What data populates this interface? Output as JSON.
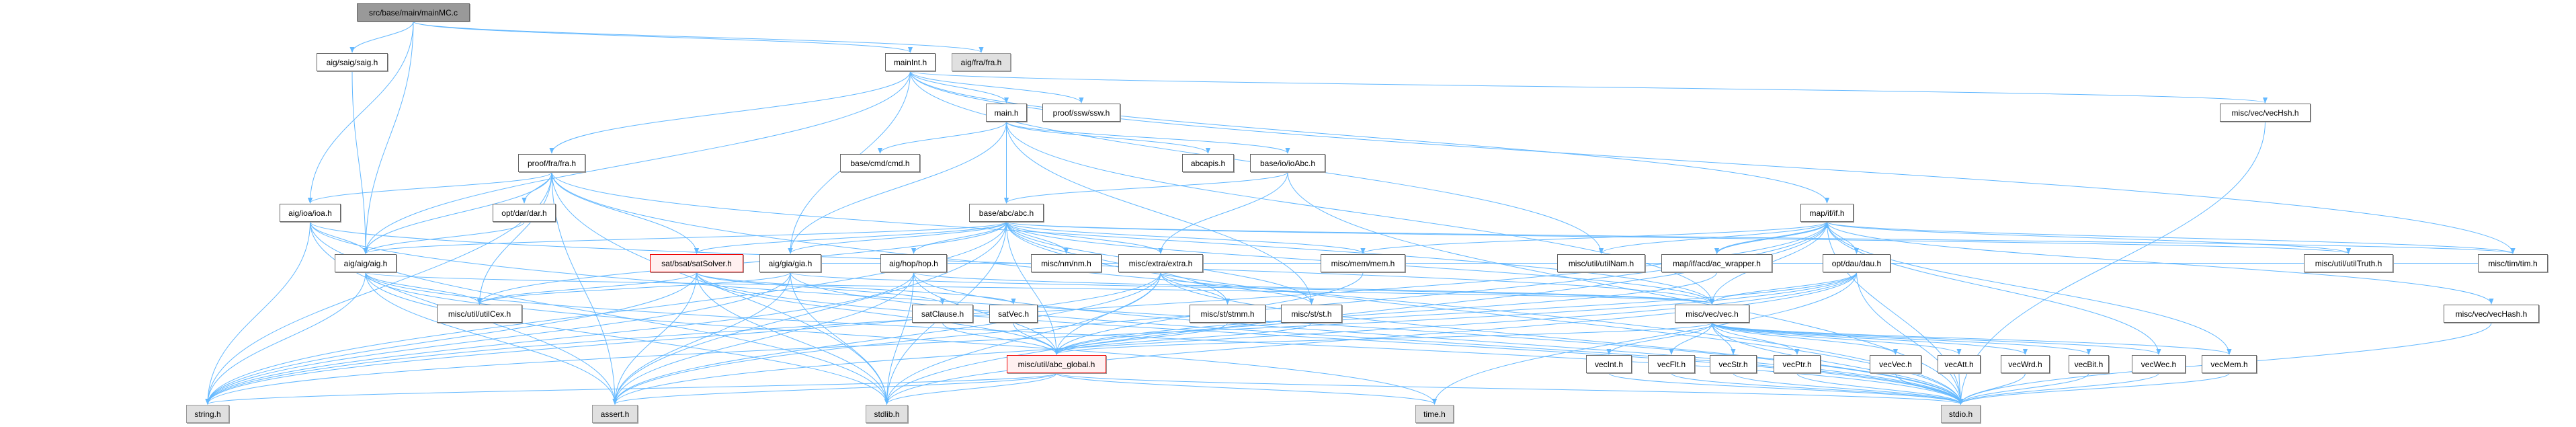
{
  "colors": {
    "edge": "#63b8ff",
    "root_fill": "#999999",
    "system_fill": "#e0e0e0",
    "truncated_border": "#ee0000"
  },
  "nodes": {
    "mainMC": "src/base/main/mainMC.c",
    "saig": "aig/saig/saig.h",
    "mainInt": "mainInt.h",
    "aigfra": "aig/fra/fra.h",
    "main": "main.h",
    "ssw": "proof/ssw/ssw.h",
    "vecHsh": "misc/vec/vecHsh.h",
    "fra": "proof/fra/fra.h",
    "cmd": "base/cmd/cmd.h",
    "abcapis": "abcapis.h",
    "ioAbc": "base/io/ioAbc.h",
    "ioa": "aig/ioa/ioa.h",
    "dar": "opt/dar/dar.h",
    "abc": "base/abc/abc.h",
    "if": "map/if/if.h",
    "aig": "aig/aig/aig.h",
    "satSolver": "sat/bsat/satSolver.h",
    "gia": "aig/gia/gia.h",
    "hop": "aig/hop/hop.h",
    "nm": "misc/nm/nm.h",
    "extra": "misc/extra/extra.h",
    "mem": "misc/mem/mem.h",
    "utilNam": "misc/util/utilNam.h",
    "acw": "map/if/acd/ac_wrapper.h",
    "dau": "opt/dau/dau.h",
    "utilTruth": "misc/util/utilTruth.h",
    "tim": "misc/tim/tim.h",
    "utilCex": "misc/util/utilCex.h",
    "satClause": "satClause.h",
    "satVec": "satVec.h",
    "stmm": "misc/st/stmm.h",
    "st": "misc/st/st.h",
    "vec": "misc/vec/vec.h",
    "vecHash": "misc/vec/vecHash.h",
    "abcglobal": "misc/util/abc_global.h",
    "vecInt": "vecInt.h",
    "vecFlt": "vecFlt.h",
    "vecStr": "vecStr.h",
    "vecPtr": "vecPtr.h",
    "vecVec": "vecVec.h",
    "vecAtt": "vecAtt.h",
    "vecWrd": "vecWrd.h",
    "vecBit": "vecBit.h",
    "vecWec": "vecWec.h",
    "vecMem": "vecMem.h",
    "string": "string.h",
    "assert": "assert.h",
    "stdlib": "stdlib.h",
    "time": "time.h",
    "stdio": "stdio.h"
  },
  "edges": [
    [
      "mainMC",
      "saig"
    ],
    [
      "mainMC",
      "ioa"
    ],
    [
      "mainMC",
      "aig"
    ],
    [
      "mainMC",
      "mainInt"
    ],
    [
      "mainMC",
      "aigfra"
    ],
    [
      "saig",
      "aig"
    ],
    [
      "mainInt",
      "main"
    ],
    [
      "mainInt",
      "ssw"
    ],
    [
      "mainInt",
      "fra"
    ],
    [
      "mainInt",
      "gia"
    ],
    [
      "mainInt",
      "if"
    ],
    [
      "mainInt",
      "vecHsh"
    ],
    [
      "mainInt",
      "aig"
    ],
    [
      "mainInt",
      "tim"
    ],
    [
      "mainInt",
      "utilNam"
    ],
    [
      "main",
      "cmd"
    ],
    [
      "main",
      "abcapis"
    ],
    [
      "main",
      "ioAbc"
    ],
    [
      "main",
      "abc"
    ],
    [
      "main",
      "gia"
    ],
    [
      "main",
      "st"
    ],
    [
      "main",
      "vec"
    ],
    [
      "ioAbc",
      "abc"
    ],
    [
      "ioAbc",
      "extra"
    ],
    [
      "ioAbc",
      "stdio"
    ],
    [
      "abc",
      "satSolver"
    ],
    [
      "abc",
      "gia"
    ],
    [
      "abc",
      "hop"
    ],
    [
      "abc",
      "nm"
    ],
    [
      "abc",
      "extra"
    ],
    [
      "abc",
      "mem"
    ],
    [
      "abc",
      "stmm"
    ],
    [
      "abc",
      "st"
    ],
    [
      "abc",
      "vec"
    ],
    [
      "abc",
      "utilCex"
    ],
    [
      "abc",
      "abcglobal"
    ],
    [
      "abc",
      "stdlib"
    ],
    [
      "abc",
      "stdio"
    ],
    [
      "abc",
      "string"
    ],
    [
      "abc",
      "assert"
    ],
    [
      "abc",
      "aig"
    ],
    [
      "abc",
      "tim"
    ],
    [
      "abc",
      "utilTruth"
    ],
    [
      "fra",
      "ioa"
    ],
    [
      "fra",
      "dar"
    ],
    [
      "fra",
      "aig"
    ],
    [
      "fra",
      "satSolver"
    ],
    [
      "fra",
      "vec"
    ],
    [
      "fra",
      "utilCex"
    ],
    [
      "fra",
      "string"
    ],
    [
      "fra",
      "stdio"
    ],
    [
      "fra",
      "stdlib"
    ],
    [
      "fra",
      "assert"
    ],
    [
      "ioa",
      "aig"
    ],
    [
      "ioa",
      "string"
    ],
    [
      "ioa",
      "stdlib"
    ],
    [
      "ioa",
      "assert"
    ],
    [
      "ioa",
      "stdio"
    ],
    [
      "ioa",
      "vec"
    ],
    [
      "dar",
      "aig"
    ],
    [
      "aig",
      "utilCex"
    ],
    [
      "aig",
      "string"
    ],
    [
      "aig",
      "stdlib"
    ],
    [
      "aig",
      "assert"
    ],
    [
      "aig",
      "stdio"
    ],
    [
      "aig",
      "vec"
    ],
    [
      "aig",
      "time"
    ],
    [
      "satSolver",
      "satClause"
    ],
    [
      "satSolver",
      "satVec"
    ],
    [
      "satSolver",
      "utilCex"
    ],
    [
      "satSolver",
      "string"
    ],
    [
      "satSolver",
      "stdlib"
    ],
    [
      "satSolver",
      "assert"
    ],
    [
      "satSolver",
      "stdio"
    ],
    [
      "satSolver",
      "abcglobal"
    ],
    [
      "gia",
      "utilCex"
    ],
    [
      "gia",
      "stdlib"
    ],
    [
      "gia",
      "string"
    ],
    [
      "gia",
      "assert"
    ],
    [
      "gia",
      "stdio"
    ],
    [
      "gia",
      "vec"
    ],
    [
      "gia",
      "utilTruth"
    ],
    [
      "gia",
      "tim"
    ],
    [
      "hop",
      "vec"
    ],
    [
      "hop",
      "string"
    ],
    [
      "hop",
      "stdlib"
    ],
    [
      "hop",
      "assert"
    ],
    [
      "hop",
      "stdio"
    ],
    [
      "hop",
      "abcglobal"
    ],
    [
      "extra",
      "st"
    ],
    [
      "extra",
      "stmm"
    ],
    [
      "extra",
      "string"
    ],
    [
      "extra",
      "stdlib"
    ],
    [
      "extra",
      "assert"
    ],
    [
      "extra",
      "stdio"
    ],
    [
      "extra",
      "abcglobal"
    ],
    [
      "mem",
      "abcglobal"
    ],
    [
      "satClause",
      "abcglobal"
    ],
    [
      "satVec",
      "abcglobal"
    ],
    [
      "stmm",
      "abcglobal"
    ],
    [
      "st",
      "abcglobal"
    ],
    [
      "abcglobal",
      "string"
    ],
    [
      "abcglobal",
      "stdlib"
    ],
    [
      "abcglobal",
      "stdio"
    ],
    [
      "abcglobal",
      "assert"
    ],
    [
      "abcglobal",
      "time"
    ],
    [
      "if",
      "utilNam"
    ],
    [
      "if",
      "acw"
    ],
    [
      "if",
      "dau"
    ],
    [
      "if",
      "vec"
    ],
    [
      "if",
      "mem"
    ],
    [
      "if",
      "utilTruth"
    ],
    [
      "if",
      "tim"
    ],
    [
      "if",
      "vecHash"
    ],
    [
      "if",
      "vecWec"
    ],
    [
      "if",
      "vecMem"
    ],
    [
      "if",
      "stdio"
    ],
    [
      "if",
      "stdlib"
    ],
    [
      "if",
      "string"
    ],
    [
      "if",
      "assert"
    ],
    [
      "acw",
      "if"
    ],
    [
      "acw",
      "abcglobal"
    ],
    [
      "dau",
      "vec"
    ],
    [
      "dau",
      "utilTruth"
    ],
    [
      "dau",
      "abcglobal"
    ],
    [
      "dau",
      "stdio"
    ],
    [
      "dau",
      "stdlib"
    ],
    [
      "dau",
      "assert"
    ],
    [
      "dau",
      "string"
    ],
    [
      "dau",
      "time"
    ],
    [
      "vec",
      "vecInt"
    ],
    [
      "vec",
      "vecFlt"
    ],
    [
      "vec",
      "vecStr"
    ],
    [
      "vec",
      "vecPtr"
    ],
    [
      "vec",
      "vecVec"
    ],
    [
      "vec",
      "vecAtt"
    ],
    [
      "vec",
      "vecWrd"
    ],
    [
      "vec",
      "vecBit"
    ],
    [
      "vec",
      "vecWec"
    ],
    [
      "vec",
      "vecMem"
    ],
    [
      "vec",
      "stdio"
    ],
    [
      "vec",
      "abcglobal"
    ],
    [
      "vecInt",
      "stdio"
    ],
    [
      "vecFlt",
      "stdio"
    ],
    [
      "vecStr",
      "stdio"
    ],
    [
      "vecPtr",
      "stdio"
    ],
    [
      "vecVec",
      "stdio"
    ],
    [
      "vecAtt",
      "stdio"
    ],
    [
      "vecWrd",
      "stdio"
    ],
    [
      "vecBit",
      "stdio"
    ],
    [
      "vecWec",
      "stdio"
    ],
    [
      "vecMem",
      "stdio"
    ],
    [
      "vecHsh",
      "stdio"
    ],
    [
      "vecHash",
      "stdio"
    ]
  ]
}
